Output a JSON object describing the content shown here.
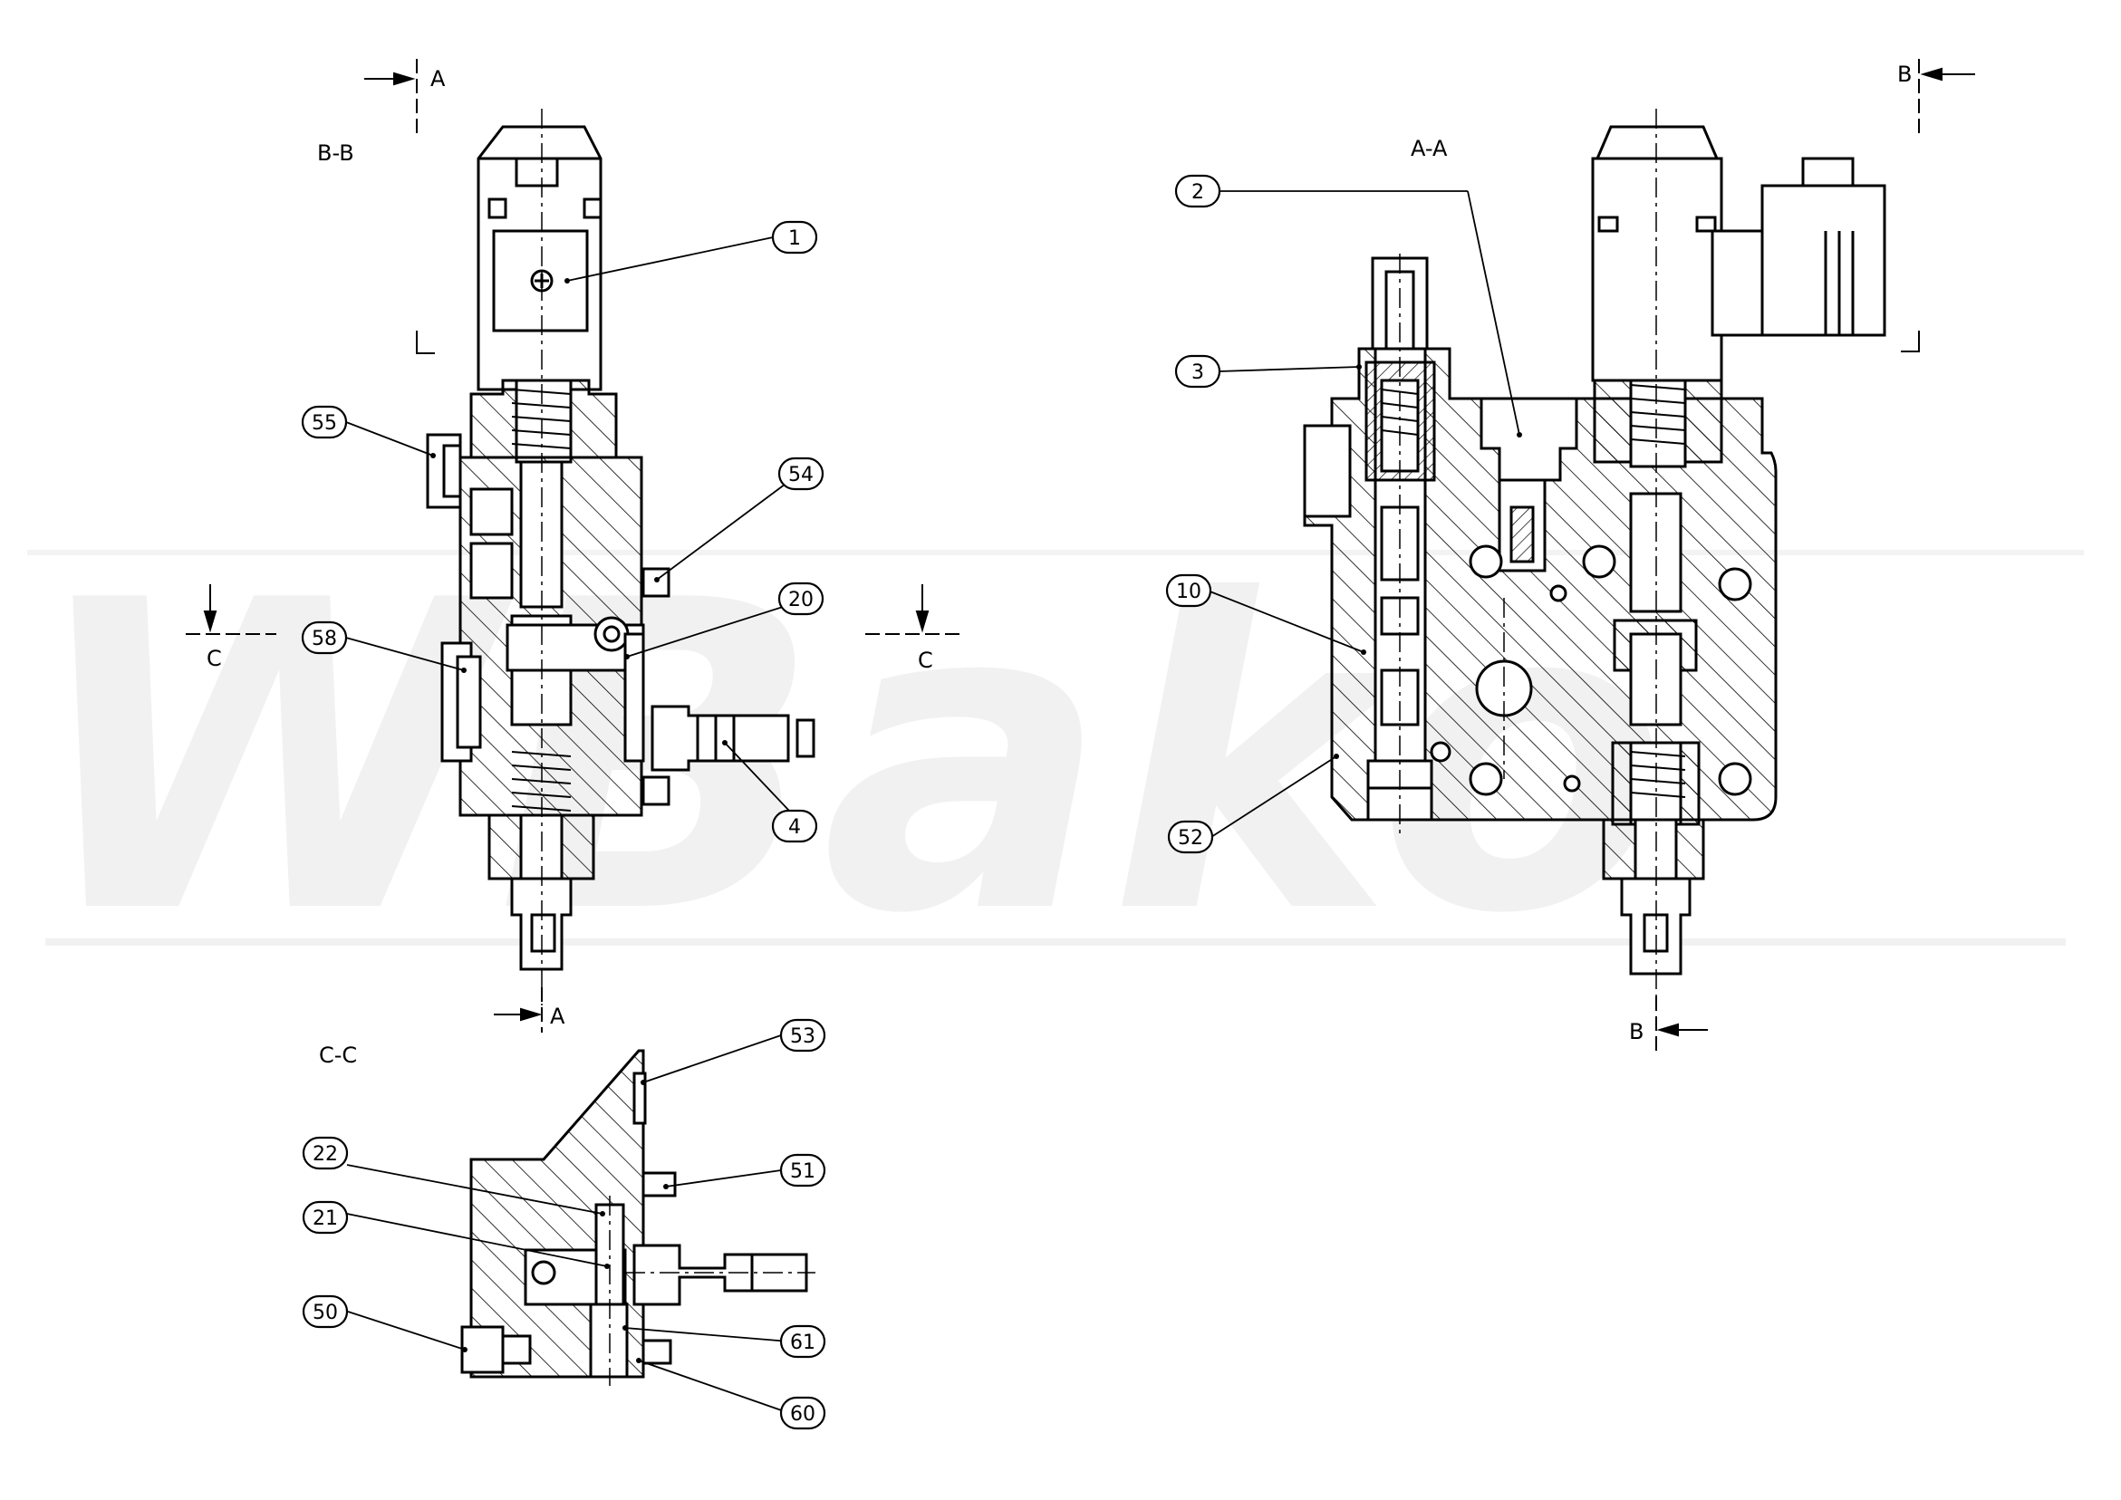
{
  "watermark": "WBako",
  "section_labels": {
    "bb": "B-B",
    "aa": "A-A",
    "cc": "C-C"
  },
  "cut_markers": {
    "a": "A",
    "b": "B",
    "c": "C"
  },
  "balloons": {
    "p1": "1",
    "p2": "2",
    "p3": "3",
    "p4": "4",
    "p10": "10",
    "p20": "20",
    "p21": "21",
    "p22": "22",
    "p50": "50",
    "p51": "51",
    "p52": "52",
    "p53": "53",
    "p54": "54",
    "p55": "55",
    "p58": "58",
    "p60": "60",
    "p61": "61"
  },
  "colors": {
    "line": "#000000",
    "watermark": "#f1f1f1",
    "background": "#ffffff"
  }
}
